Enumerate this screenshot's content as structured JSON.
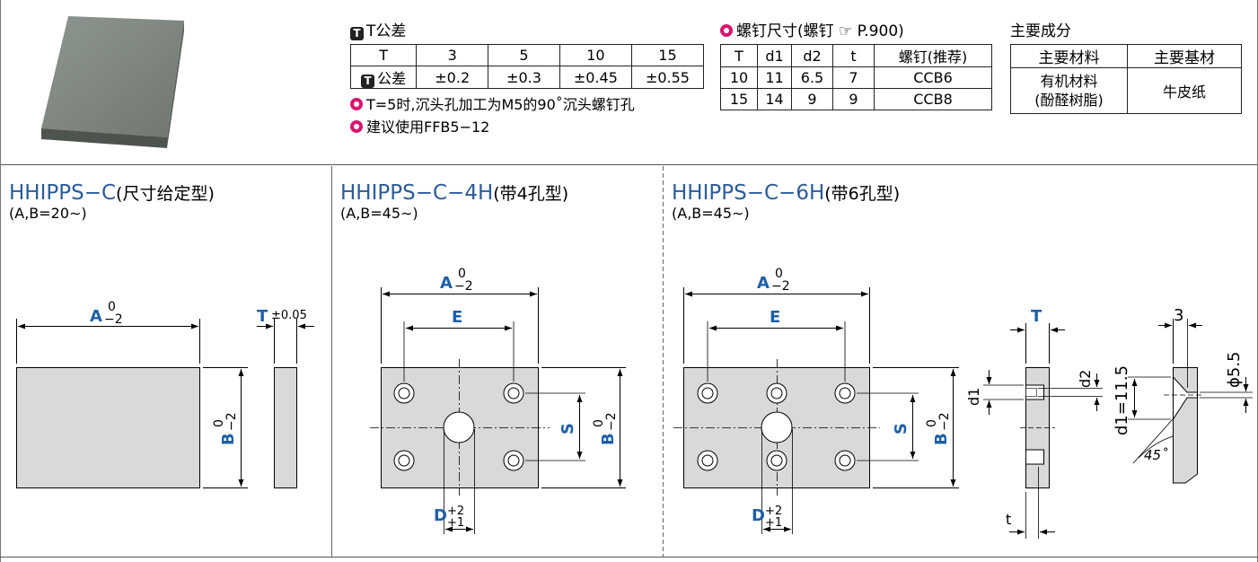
{
  "t_tolerance": {
    "title": "T公差",
    "icon_letter": "T",
    "header": [
      "T",
      "3",
      "5",
      "10",
      "15"
    ],
    "row_label": "公差",
    "row": [
      "±0.2",
      "±0.3",
      "±0.45",
      "±0.55"
    ],
    "note1": "T=5时,沉头孔加工为M5的90˚沉头螺钉孔",
    "note2": "建议使用FFB5−12"
  },
  "screw": {
    "title": "螺钉尺寸(螺钉 ☞ P.900)",
    "header": [
      "T",
      "d1",
      "d2",
      "t",
      "螺钉(推荐)"
    ],
    "rows": [
      [
        "10",
        "11",
        "6.5",
        "7",
        "CCB6"
      ],
      [
        "15",
        "14",
        "9",
        "9",
        "CCB8"
      ]
    ]
  },
  "composition": {
    "title": "主要成分",
    "header": [
      "主要材料",
      "主要基材"
    ],
    "material_line1": "有机材料",
    "material_line2": "(酚醛树脂)",
    "base": "牛皮纸"
  },
  "sections": [
    {
      "code": "HHIPPS−C",
      "desc": "(尺寸给定型)",
      "range": "(A,B=20∼)"
    },
    {
      "code": "HHIPPS−C−4H",
      "desc": "(带4孔型)",
      "range": "(A,B=45∼)"
    },
    {
      "code": "HHIPPS−C−6H",
      "desc": "(带6孔型)",
      "range": "(A,B=45∼)"
    }
  ],
  "dims": {
    "A": "A",
    "B": "B",
    "E": "E",
    "S": "S",
    "T": "T",
    "D": "D",
    "zero": "0",
    "minus2": "−2",
    "plus2": "+2",
    "plus1": "+1",
    "t_tol": "±0.05",
    "d1": "d1",
    "d2": "d2",
    "t": "t",
    "three": "3",
    "phi": "ϕ5.5",
    "d1_val": "d1=11.5",
    "angle": "45˚"
  },
  "colors": {
    "blue": "#1d5fa8",
    "accent": "#d8156f"
  }
}
